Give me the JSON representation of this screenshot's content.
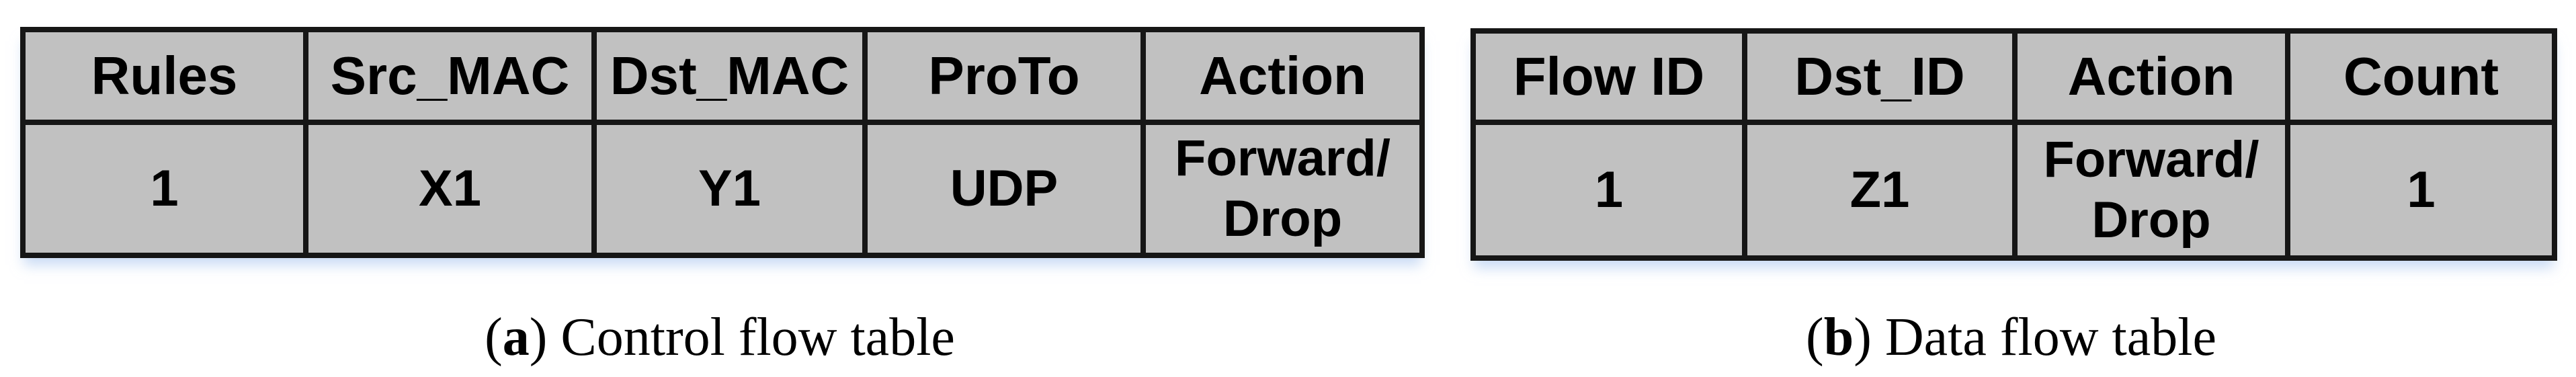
{
  "colors": {
    "cell_bg": "#c1c1c1",
    "border": "#161616",
    "text": "#000000",
    "shadow_tint": "#a8c4ee"
  },
  "tables": [
    {
      "name": "control-flow-table",
      "columns": [
        "Rules",
        "Src_MAC",
        "Dst_MAC",
        "ProTo",
        "Action"
      ],
      "rows": [
        [
          "1",
          "X1",
          "Y1",
          "UDP",
          "Forward/\nDrop"
        ]
      ],
      "caption": {
        "open": "(",
        "letter": "a",
        "rest": ") Control flow table"
      }
    },
    {
      "name": "data-flow-table",
      "columns": [
        "Flow ID",
        "Dst_ID",
        "Action",
        "Count"
      ],
      "rows": [
        [
          "1",
          "Z1",
          "Forward/\nDrop",
          "1"
        ]
      ],
      "caption": {
        "open": "(",
        "letter": "b",
        "rest": ") Data flow table"
      }
    }
  ]
}
